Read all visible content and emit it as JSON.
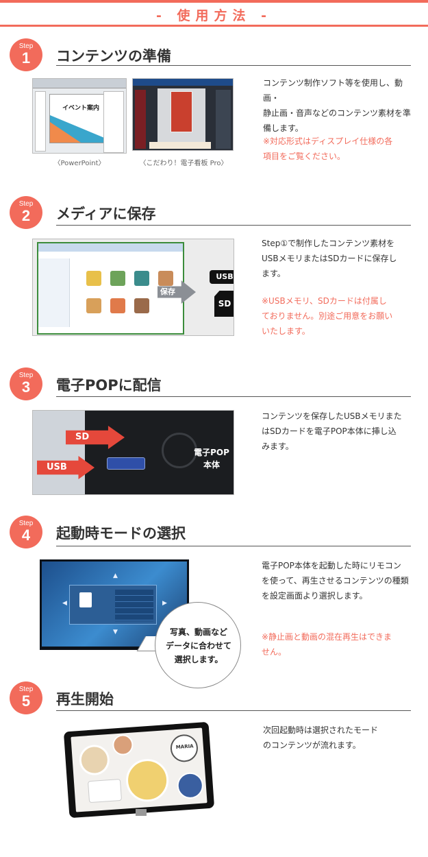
{
  "header": {
    "title": "- 使用方法 -"
  },
  "steps": [
    {
      "word": "Step",
      "num": "1",
      "title": "コンテンツの準備",
      "desc": [
        "コンテンツ制作ソフト等を使用し、動画・",
        "静止画・音声などのコンテンツ素材を準",
        "備します。"
      ],
      "note": [
        "※対応形式はディスプレイ仕様の各",
        "項目をご覧ください。"
      ],
      "captions": [
        "〈PowerPoint〉",
        "〈こだわり！電子看板 Pro〉"
      ],
      "ppt_slide_text": "イベント案内"
    },
    {
      "word": "Step",
      "num": "2",
      "title": "メディアに保存",
      "desc": [
        "Step①で制作したコンテンツ素材を",
        "USBメモリまたはSDカードに保存し",
        "ます。"
      ],
      "note": [
        "※USBメモリ、SDカードは付属し",
        "ておりません。別途ご用意をお願い",
        "いたします。"
      ],
      "arrow_label": "保存",
      "usb_label": "USB",
      "sd_label": "SD"
    },
    {
      "word": "Step",
      "num": "3",
      "title": "電子POPに配信",
      "desc": [
        "コンテンツを保存したUSBメモリまた",
        "はSDカードを電子POP本体に挿し込",
        "みます。"
      ],
      "sd_arrow": "SD",
      "usb_arrow": "USB",
      "device_label": [
        "電子POP",
        "本体"
      ]
    },
    {
      "word": "Step",
      "num": "4",
      "title": "起動時モードの選択",
      "desc": [
        "電子POP本体を起動した時にリモコン",
        "を使って、再生させるコンテンツの種類",
        "を設定画面より選択します。"
      ],
      "note": [
        "※静止画と動画の混在再生はできま",
        "せん。"
      ],
      "bubble": [
        "写真、動画など",
        "データに合わせて",
        "選択します。"
      ]
    },
    {
      "word": "Step",
      "num": "5",
      "title": "再生開始",
      "desc": [
        "次回起動時は選択されたモード",
        "のコンテンツが流れます。"
      ],
      "menu_brand": "MARIA"
    }
  ],
  "colors": {
    "accent": "#f26b5b",
    "text": "#333333",
    "rule": "#555555"
  }
}
